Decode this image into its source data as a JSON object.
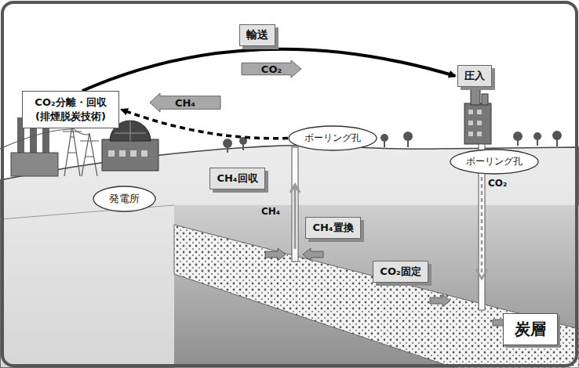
{
  "diagram": {
    "nodes": [
      {
        "text": [
          "輸送"
        ]
      },
      {
        "text": [
          "CO₂"
        ]
      },
      {
        "text": [
          "CO₂分離・回収 (排煙脱炭技術)"
        ]
      },
      {
        "text": [
          "CH₄"
        ]
      },
      {
        "text": [
          "圧入"
        ]
      },
      {
        "text": [
          "ボーリング孔"
        ]
      },
      {
        "text": [
          "ボーリング孔"
        ]
      },
      {
        "text": [
          "発電所"
        ]
      },
      {
        "text": [
          "CH₄回収"
        ]
      },
      {
        "text": [
          "CH₄置換"
        ]
      },
      {
        "text": [
          "CO₂固定"
        ]
      },
      {
        "text": [
          "炭層"
        ]
      }
    ],
    "edges": [
      {
        "from": 2,
        "to": 4,
        "arrow": "to"
      },
      {
        "from": 5,
        "to": 2,
        "arrow": "to"
      }
    ],
    "labels": [
      "CH₄",
      "CO₂"
    ]
  }
}
